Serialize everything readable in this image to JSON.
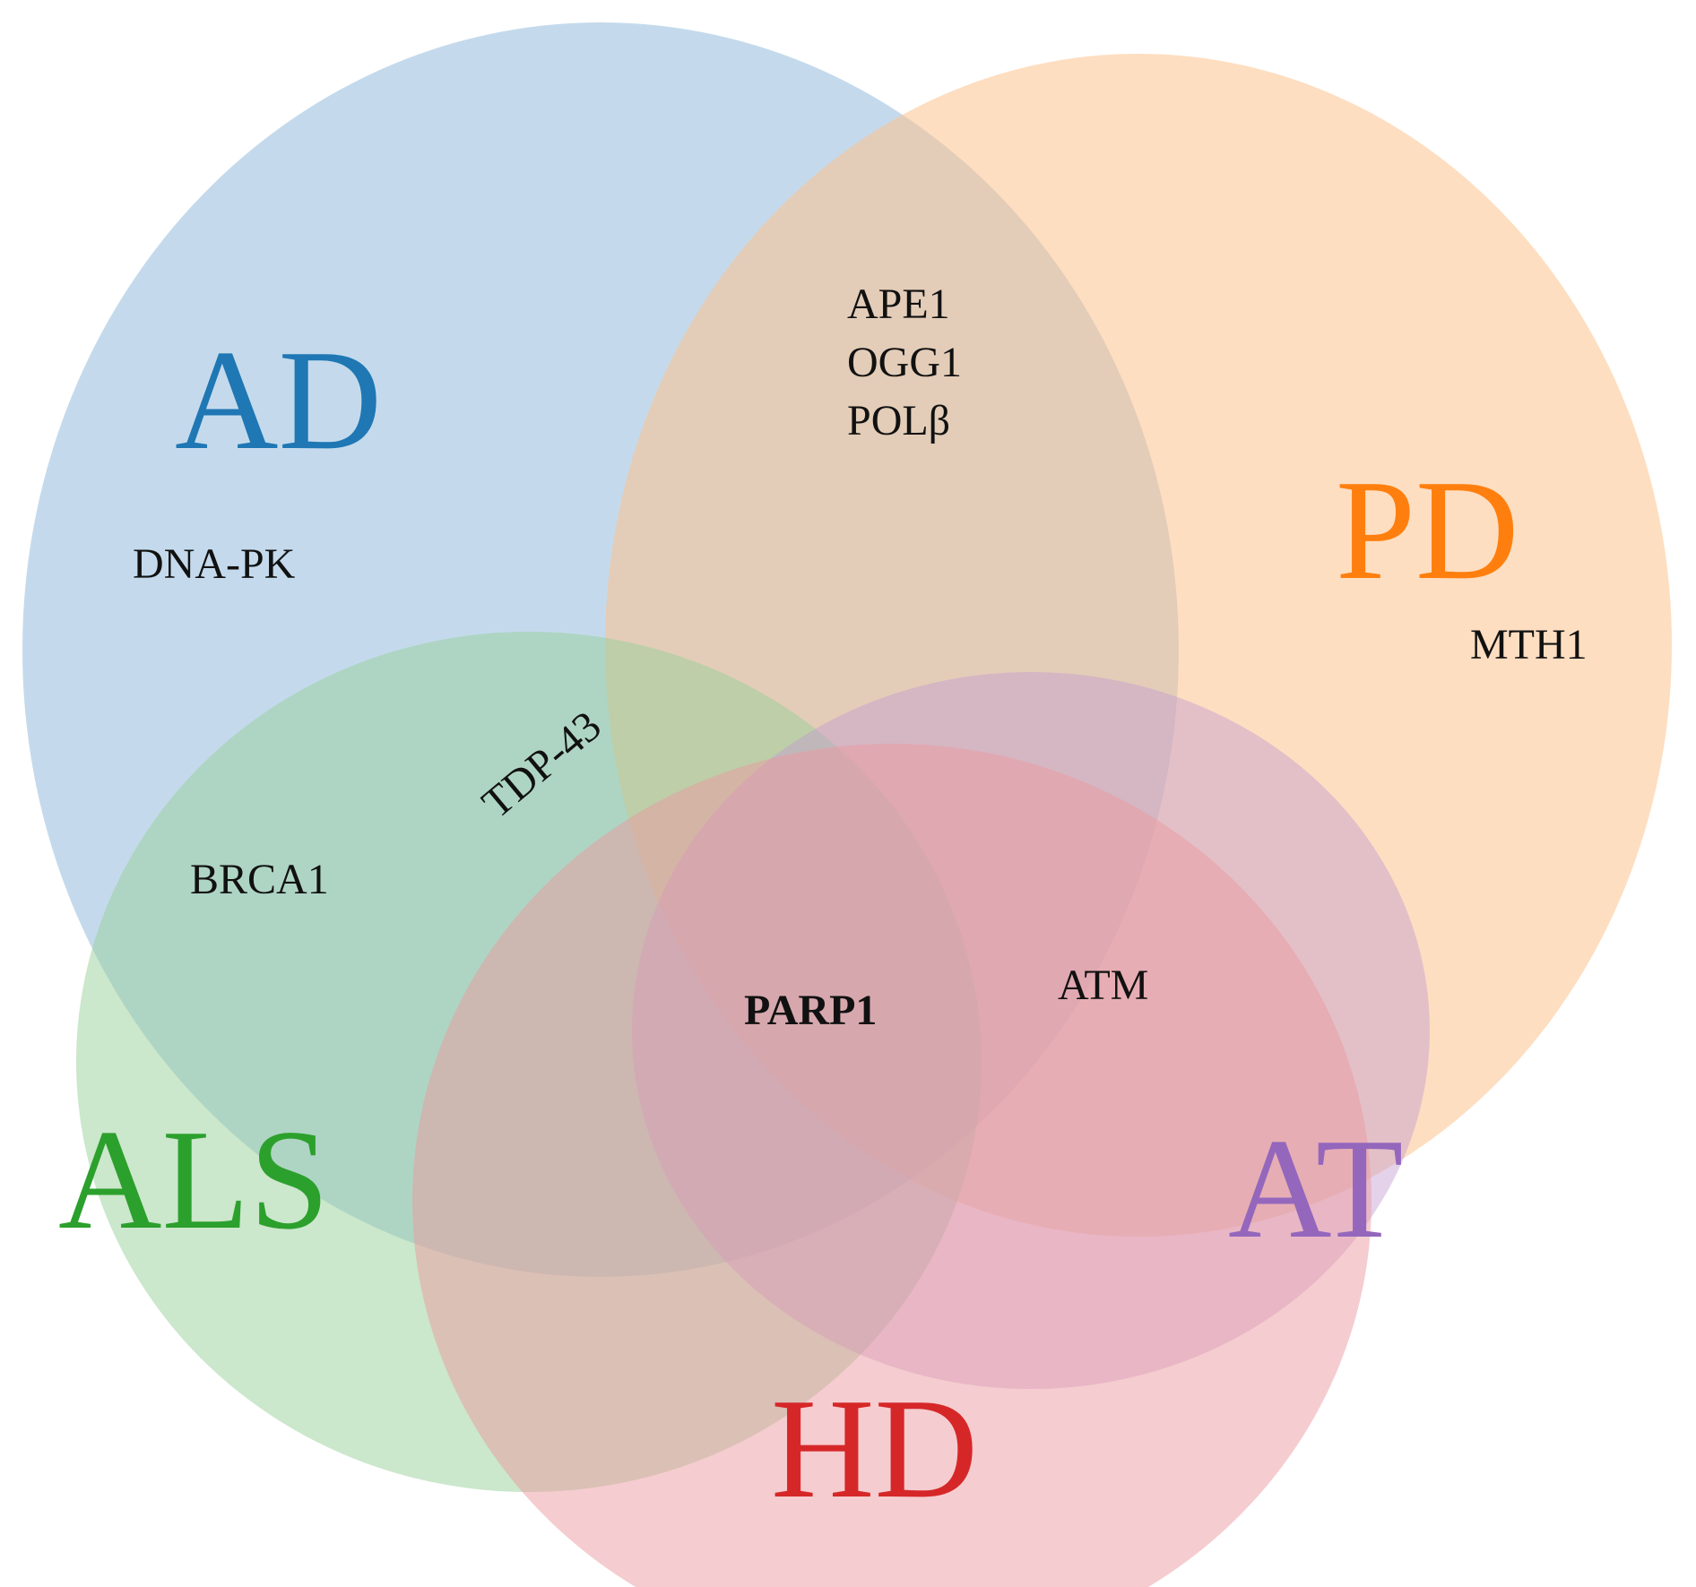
{
  "sets": [
    {
      "id": "ad",
      "label": "AD",
      "color": "#1f77b4",
      "fill": "#93bbdd"
    },
    {
      "id": "pd",
      "label": "PD",
      "color": "#ff7f0e",
      "fill": "#fdc28e"
    },
    {
      "id": "als",
      "label": "ALS",
      "color": "#2ca02c",
      "fill": "#98d09a"
    },
    {
      "id": "at",
      "label": "AT",
      "color": "#9467bd",
      "fill": "#c39bd0"
    },
    {
      "id": "hd",
      "label": "HD",
      "color": "#d62728",
      "fill": "#ec9aa0"
    }
  ],
  "items": {
    "ape1": "APE1",
    "ogg1": "OGG1",
    "polb": "POLβ",
    "dnapk": "DNA-PK",
    "mth1": "MTH1",
    "tdp43": "TDP-43",
    "brca1": "BRCA1",
    "parp1": "PARP1",
    "atm": "ATM"
  }
}
